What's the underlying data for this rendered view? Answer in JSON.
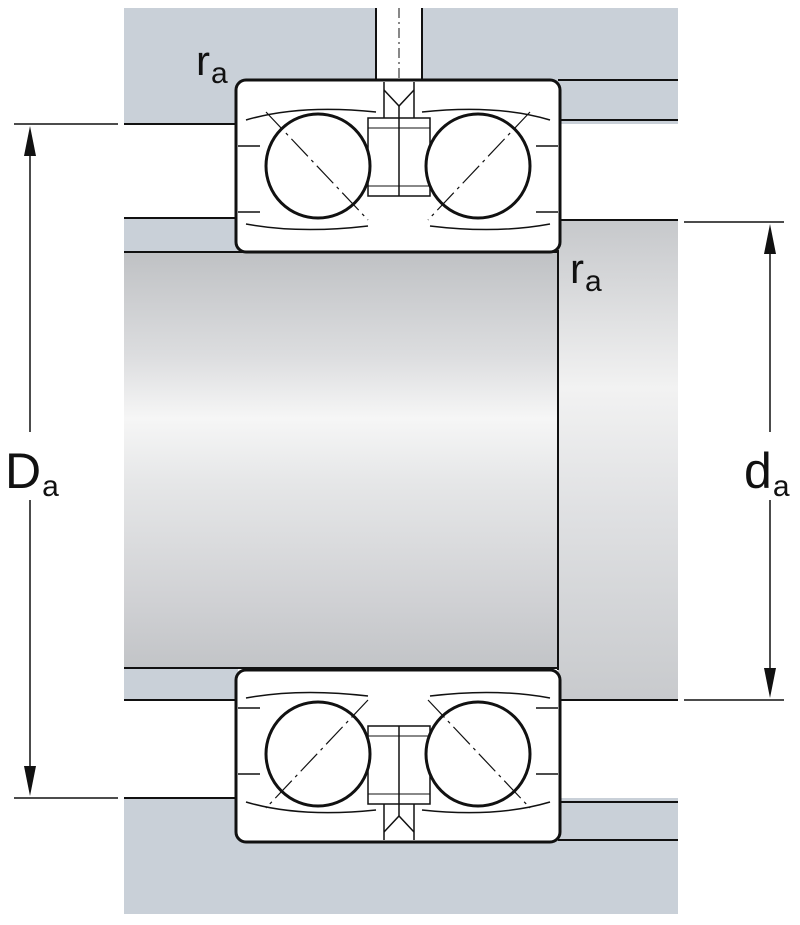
{
  "labels": {
    "ra_top": {
      "main": "r",
      "sub": "a"
    },
    "ra_right": {
      "main": "r",
      "sub": "a"
    },
    "Da": {
      "main": "D",
      "sub": "a"
    },
    "da": {
      "main": "d",
      "sub": "a"
    }
  },
  "colors": {
    "housing_fill": "#c9d0d8",
    "shaft_light": "#f4f4f4",
    "shaft_mid": "#d8d9db",
    "shaft_dark": "#bfc1c4",
    "line": "#111111",
    "background": "#ffffff"
  }
}
